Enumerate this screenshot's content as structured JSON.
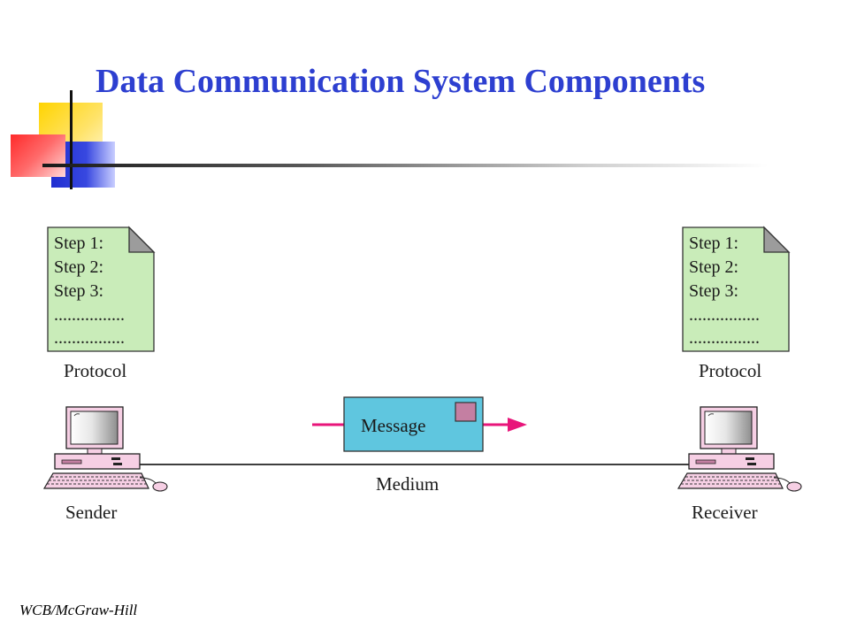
{
  "title": "Data Communication System Components",
  "footer": "WCB/McGraw-Hill",
  "sender": {
    "protocol_label": "Protocol",
    "steps": [
      "Step 1:",
      "Step 2:",
      "Step 3:",
      "................",
      "................"
    ],
    "label": "Sender"
  },
  "receiver": {
    "protocol_label": "Protocol",
    "steps": [
      "Step 1:",
      "Step 2:",
      "Step 3:",
      "................",
      "................"
    ],
    "label": "Receiver"
  },
  "message_label": "Message",
  "medium_label": "Medium",
  "colors": {
    "title": "#2d3fd0",
    "document_fill": "#c9ecb9",
    "message_fill": "#5fc6df",
    "stamp": "#c47fa2",
    "arrow": "#e8157a",
    "computer_pink": "#f6cfe4",
    "screen_gray": "#9a9a9a"
  }
}
